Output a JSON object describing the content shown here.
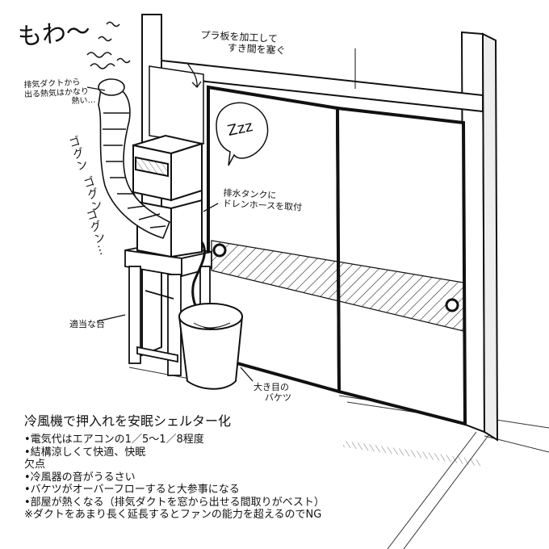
{
  "annotations": {
    "mowa": "もわ〜",
    "plate": [
      "プラ板を加工して",
      "すき間を塞ぐ"
    ],
    "exhaust": [
      "排気ダクトから",
      "出る熱気はかなり",
      "熱い…"
    ],
    "zzz": "Zzz",
    "gogun": [
      "ゴグン",
      "ゴグン",
      "ゴグン…"
    ],
    "drain": [
      "排水タンクに",
      "ドレンホースを取付"
    ],
    "stand": "適当な台",
    "bucket": [
      "大き目の",
      "バケツ"
    ]
  },
  "caption": {
    "title": "冷風機で押入れを安眠シェルター化",
    "lines": [
      "•電気代はエアコンの1／5〜1／8程度",
      "•結構涼しくて快適、快眠",
      "欠点",
      "•冷風器の音がうるさい",
      "•バケツがオーバーフローすると大参事になる",
      "•部屋が熱くなる（排気ダクトを窓から出せる間取りがベスト）",
      "※ダクトをあまり長く延長するとファンの能力を超えるのでNG"
    ]
  }
}
